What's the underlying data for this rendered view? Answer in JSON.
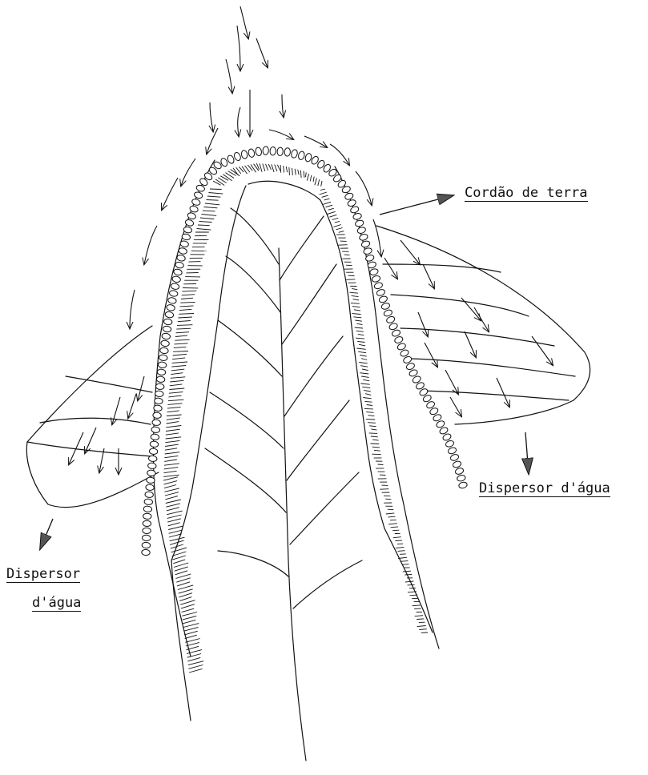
{
  "labels": {
    "cordao": "Cordão de terra",
    "dispersor_right": "Dispersor d'água",
    "dispersor_left_line1": "Dispersor",
    "dispersor_left_line2": "d'água"
  }
}
